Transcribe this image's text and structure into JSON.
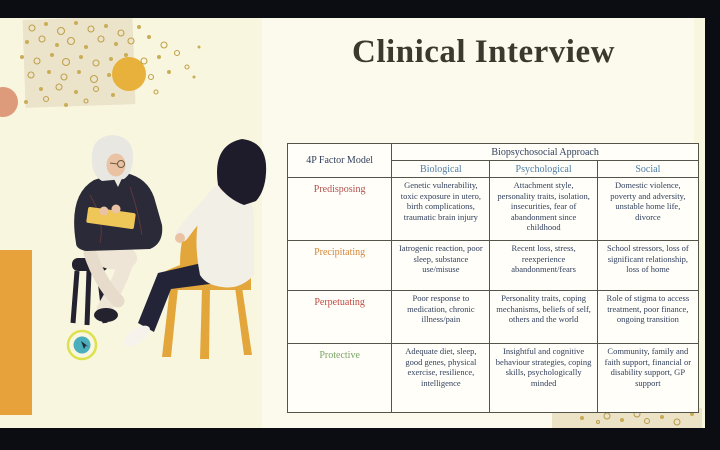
{
  "title": "Clinical Interview",
  "table": {
    "corner_header": "4P Factor Model",
    "group_header": "Biopsychosocial Approach",
    "columns": [
      "Biological",
      "Psychological",
      "Social"
    ],
    "header_color": "#4c7ea6",
    "rows": [
      {
        "label": "Predisposing",
        "color": "#b0524e",
        "cells": [
          "Genetic vulnerability, toxic exposure in utero, birth complications, traumatic brain injury",
          "Attachment style, personality traits, isolation, insecurities, fear of abandonment since childhood",
          "Domestic violence, poverty and adversity, unstable home life, divorce"
        ]
      },
      {
        "label": "Precipitating",
        "color": "#d0883c",
        "cells": [
          "Iatrogenic reaction, poor sleep, substance use/misuse",
          "Recent loss, stress, reexperience abandonment/fears",
          "School stressors, loss of significant relationship, loss of home"
        ]
      },
      {
        "label": "Perpetuating",
        "color": "#c04a42",
        "cells": [
          "Poor response to medication, chronic illness/pain",
          "Personality traits, coping mechanisms, beliefs of self, others and the world",
          "Role of stigma to access treatment, poor finance, ongoing transition"
        ]
      },
      {
        "label": "Protective",
        "color": "#79a465",
        "cells": [
          "Adequate diet, sleep, good genes, physical exercise, resilience, intelligence",
          "Insightful and cognitive behaviour strategies, coping skills, psychologically minded",
          "Community, family and faith support, financial or disability support, GP support"
        ]
      }
    ]
  },
  "colors": {
    "frame": "#0c0c13",
    "slide_bg": "#f9f6df",
    "panel_bg": "#fcfaec",
    "table_bg": "#fffef9",
    "table_border": "#55544a",
    "body_text": "#33415e",
    "title_text": "#3b392e",
    "accent_mustard": "#e8b13c",
    "accent_orange": "#e8a23c",
    "accent_teal": "#4baebc",
    "accent_salmon": "#de9b7c"
  }
}
